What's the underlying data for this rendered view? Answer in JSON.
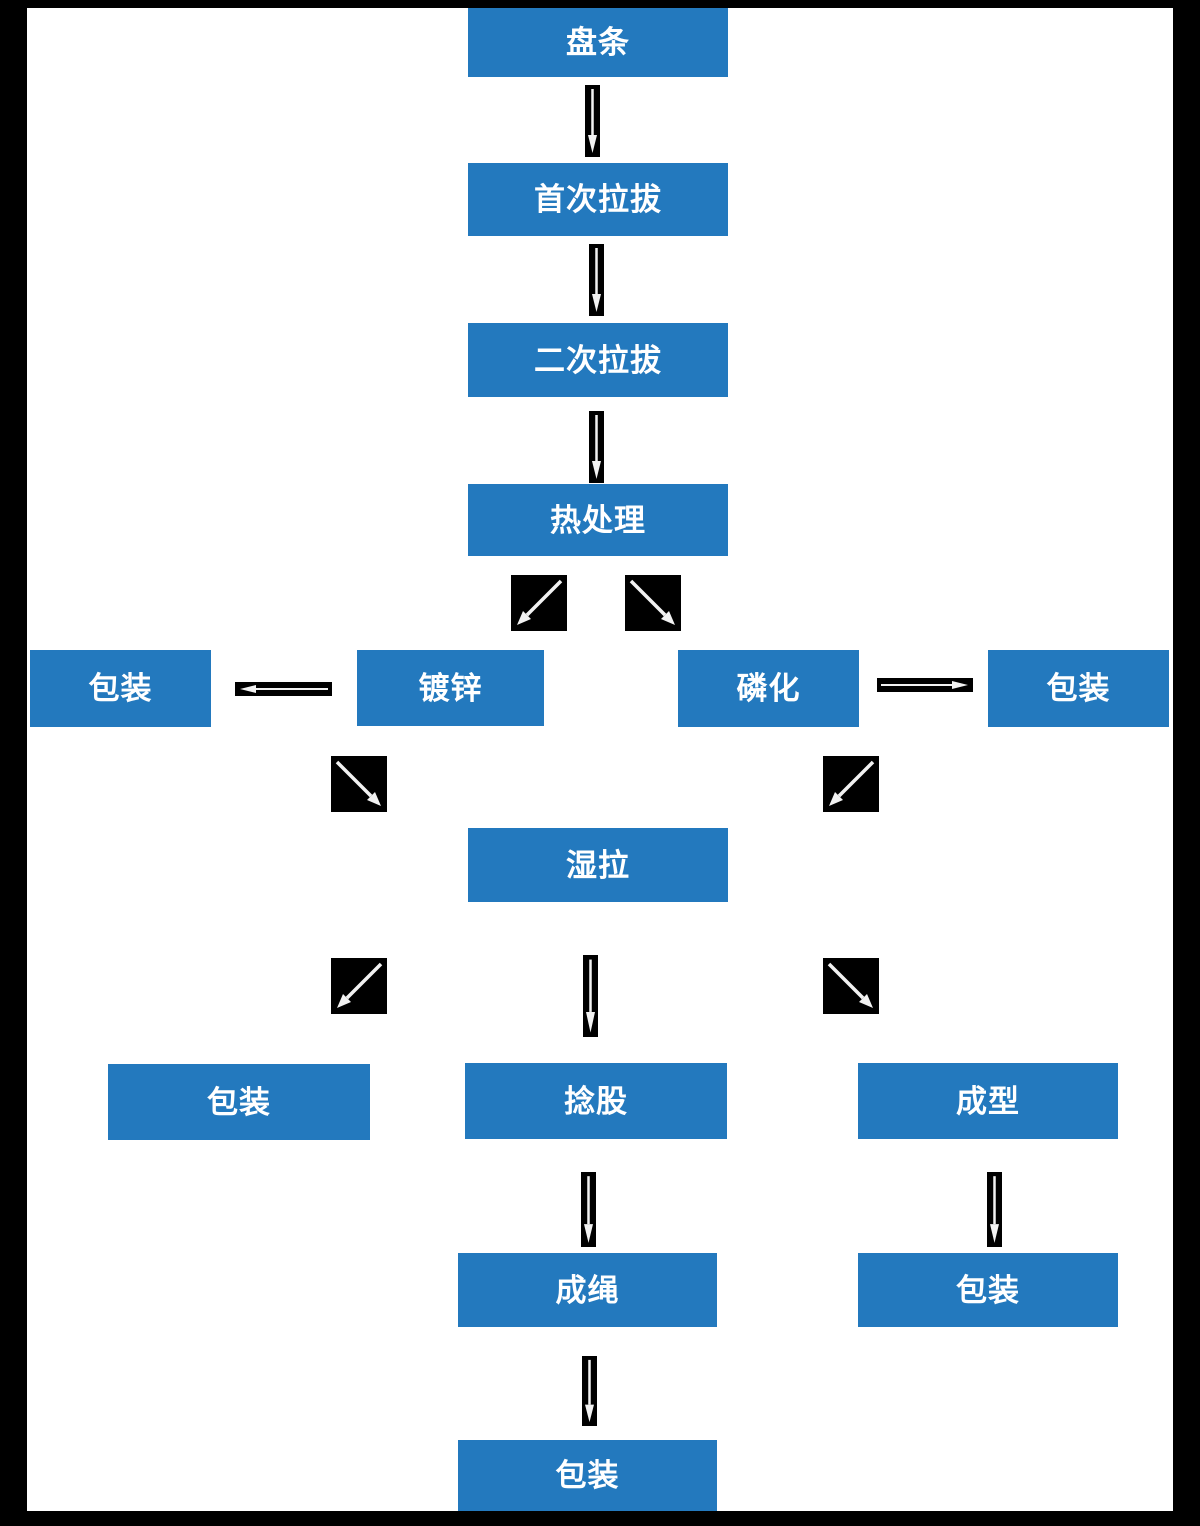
{
  "diagram": {
    "type": "flowchart",
    "colors": {
      "node_fill": "#2379BE",
      "node_text": "#FFFFFF",
      "arrow_block": "#000000",
      "arrow_glyph": "#F2F2F2",
      "canvas_background": "#FFFFFF",
      "frame": "#000000"
    },
    "nodes": {
      "wire_rod": "盘条",
      "first_draw": "首次拉拔",
      "second_draw": "二次拉拔",
      "heat_treat": "热处理",
      "pack_galv": "包装",
      "galvanize": "镀锌",
      "phosphate": "磷化",
      "pack_phos": "包装",
      "wet_draw": "湿拉",
      "pack_wet": "包装",
      "strand": "捻股",
      "form": "成型",
      "rope": "成绳",
      "pack_form": "包装",
      "pack_final": "包装"
    },
    "edges": [
      {
        "from": "wire_rod",
        "to": "first_draw"
      },
      {
        "from": "first_draw",
        "to": "second_draw"
      },
      {
        "from": "second_draw",
        "to": "heat_treat"
      },
      {
        "from": "heat_treat",
        "to": "galvanize"
      },
      {
        "from": "heat_treat",
        "to": "phosphate"
      },
      {
        "from": "galvanize",
        "to": "pack_galv"
      },
      {
        "from": "phosphate",
        "to": "pack_phos"
      },
      {
        "from": "galvanize",
        "to": "wet_draw"
      },
      {
        "from": "phosphate",
        "to": "wet_draw"
      },
      {
        "from": "wet_draw",
        "to": "pack_wet"
      },
      {
        "from": "wet_draw",
        "to": "strand"
      },
      {
        "from": "wet_draw",
        "to": "form"
      },
      {
        "from": "strand",
        "to": "rope"
      },
      {
        "from": "form",
        "to": "pack_form"
      },
      {
        "from": "rope",
        "to": "pack_final"
      }
    ]
  }
}
